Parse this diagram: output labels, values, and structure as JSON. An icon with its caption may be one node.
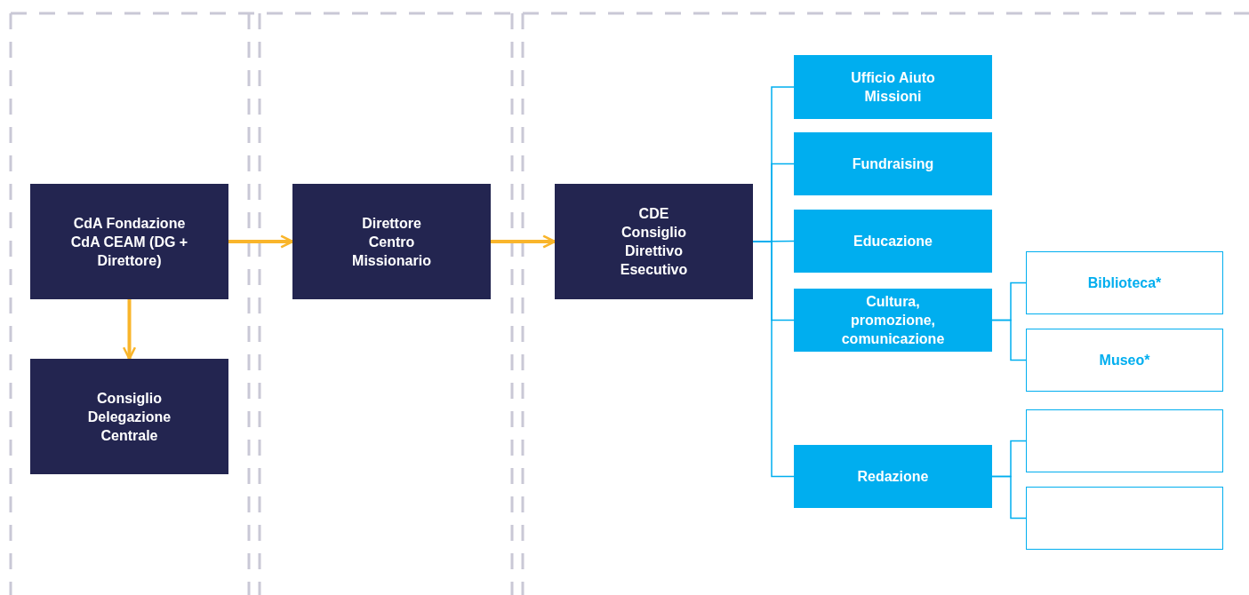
{
  "diagram": {
    "nodes": [
      {
        "text": [
          "CdA Fondazione CdA CEAM (DG + Direttore)"
        ]
      },
      {
        "text": [
          "Consiglio Delegazione Centrale"
        ]
      },
      {
        "text": [
          "Direttore Centro Missionario"
        ]
      },
      {
        "text": [
          "CDE Consiglio Direttivo Esecutivo"
        ]
      },
      {
        "text": [
          "Ufficio Aiuto Missioni"
        ]
      },
      {
        "text": [
          "Fundraising"
        ]
      },
      {
        "text": [
          "Educazione"
        ]
      },
      {
        "text": [
          "Cultura, promozione, comunicazione"
        ]
      },
      {
        "text": [
          "Biblioteca*"
        ]
      },
      {
        "text": [
          "Museo*"
        ]
      },
      {
        "text": [
          "Redazione"
        ]
      },
      {
        "text": [],
        "shape": "box"
      },
      {
        "text": [],
        "shape": "box"
      }
    ],
    "edges": [
      {
        "from": 0,
        "to": 2,
        "arrow": "to",
        "style": "thick",
        "color": "#f9b52b"
      },
      {
        "from": 2,
        "to": 3,
        "arrow": "to",
        "style": "thick",
        "color": "#f9b52b"
      },
      {
        "from": 0,
        "to": 1,
        "arrow": "to",
        "style": "thick",
        "color": "#f9b52b"
      },
      {
        "from": 3,
        "to": 4,
        "arrow": "none"
      },
      {
        "from": 3,
        "to": 5,
        "arrow": "none"
      },
      {
        "from": 3,
        "to": 6,
        "arrow": "none"
      },
      {
        "from": 3,
        "to": 7,
        "arrow": "none"
      },
      {
        "from": 3,
        "to": 10,
        "arrow": "none"
      },
      {
        "from": 7,
        "to": 8,
        "arrow": "none"
      },
      {
        "from": 7,
        "to": 9,
        "arrow": "none"
      },
      {
        "from": 10,
        "to": 11,
        "arrow": "none"
      },
      {
        "from": 10,
        "to": 12,
        "arrow": "none"
      }
    ]
  }
}
